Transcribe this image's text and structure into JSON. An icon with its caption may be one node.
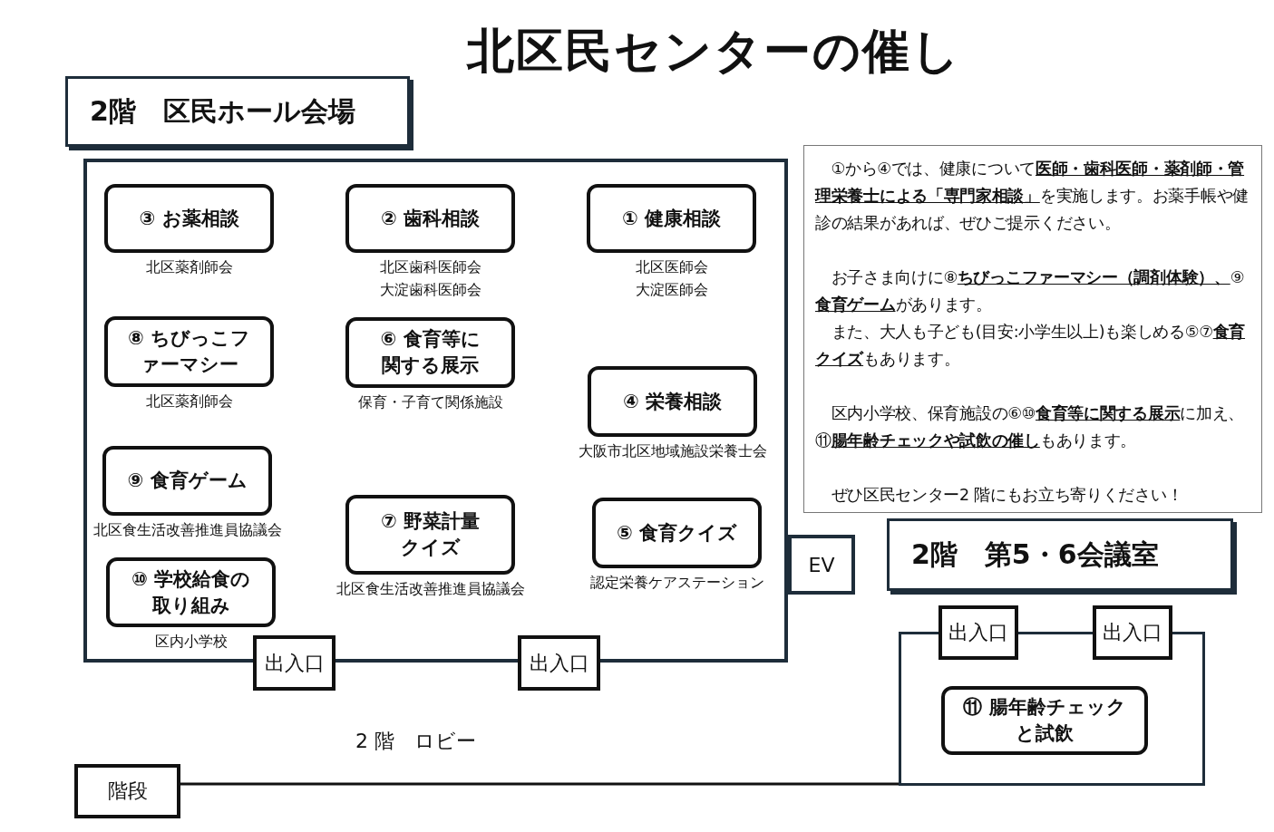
{
  "diagram": {
    "title": "北区民センターの催し",
    "nodes": [
      {
        "text": [
          "2階　区民ホール会場"
        ]
      },
      {
        "text": [],
        "shape": "box"
      },
      {
        "text": [
          "③ お薬相談"
        ],
        "in": 1,
        "beside": [
          "北区薬剤師会"
        ]
      },
      {
        "text": [
          "② 歯科相談"
        ],
        "in": 1,
        "beside": [
          "北区歯科医師会",
          "大淀歯科医師会"
        ]
      },
      {
        "text": [
          "① 健康相談"
        ],
        "in": 1,
        "beside": [
          "北区医師会",
          "大淀医師会"
        ]
      },
      {
        "text": [
          "⑧ ちびっこファーマシー"
        ],
        "in": 1,
        "beside": [
          "北区薬剤師会"
        ]
      },
      {
        "text": [
          "⑥ 食育等に関する展示"
        ],
        "in": 1,
        "beside": [
          "保育・子育て関係施設"
        ]
      },
      {
        "text": [
          "④ 栄養相談"
        ],
        "in": 1,
        "beside": [
          "大阪市北区地域施設栄養士会"
        ]
      },
      {
        "text": [
          "⑨ 食育ゲーム"
        ],
        "in": 1,
        "beside": [
          "北区食生活改善推進員協議会"
        ]
      },
      {
        "text": [
          "⑦ 野菜計量クイズ"
        ],
        "in": 1,
        "beside": [
          "北区食生活改善推進員協議会"
        ]
      },
      {
        "text": [
          "⑤ 食育クイズ"
        ],
        "in": 1,
        "beside": [
          "認定栄養ケアステーション"
        ]
      },
      {
        "text": [
          "⑩ 学校給食の取り組み"
        ],
        "in": 1,
        "beside": [
          "区内小学校"
        ]
      },
      {
        "text": [
          "出入口"
        ]
      },
      {
        "text": [
          "出入口"
        ]
      },
      {
        "text": [
          "EV"
        ]
      },
      {
        "text": [
          "①から④では、健康について**医師・歯科医師・薬剤師・管理栄養士による「専門家相談」**を実施します。お薬手帳や健診の結果があれば、ぜひご提示ください。",
          "お子さま向けに⑧**ちびっこファーマシー（調剤体験）、**⑨**食育ゲーム**があります。",
          "また、大人も子ども(目安:小学生以上)も楽しめる⑤⑦**食育クイズ**もあります。",
          "区内小学校、保育施設の⑥⑩**食育等に関する展示**に加え、⑪**腸年齢チェックや試飲の催し**もあります。",
          "ぜひ区民センター2 階にもお立ち寄りください！"
        ]
      },
      {
        "text": [
          "2階　第5・6会議室"
        ]
      },
      {
        "text": [],
        "shape": "box"
      },
      {
        "text": [
          "出入口"
        ]
      },
      {
        "text": [
          "出入口"
        ]
      },
      {
        "text": [
          "⑪ 腸年齢チェックと試飲"
        ],
        "in": 17
      },
      {
        "text": [
          "階段"
        ]
      }
    ],
    "edges": [
      {
        "from": 21,
        "to": 17,
        "arrow": "none"
      }
    ],
    "labels": [
      "2 階　ロビー"
    ]
  }
}
